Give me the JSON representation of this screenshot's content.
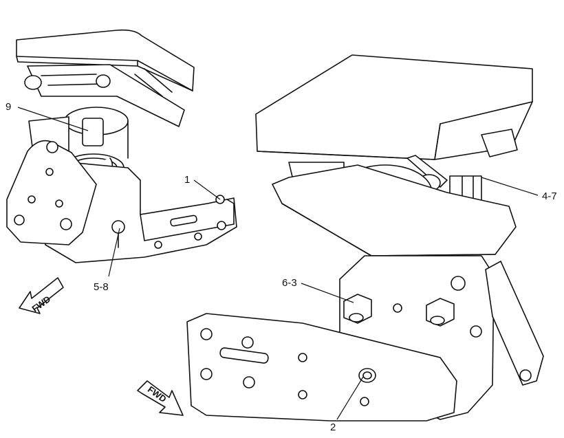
{
  "callouts": {
    "c9": "9",
    "c1": "1",
    "c5_8": "5-8",
    "c4_7": "4-7",
    "c6_3": "6-3",
    "c2": "2"
  },
  "fwd_label": "FWD",
  "icons": [
    "fwd-arrow-icon"
  ],
  "colors": {
    "ink": "#111111",
    "paper": "#ffffff"
  }
}
